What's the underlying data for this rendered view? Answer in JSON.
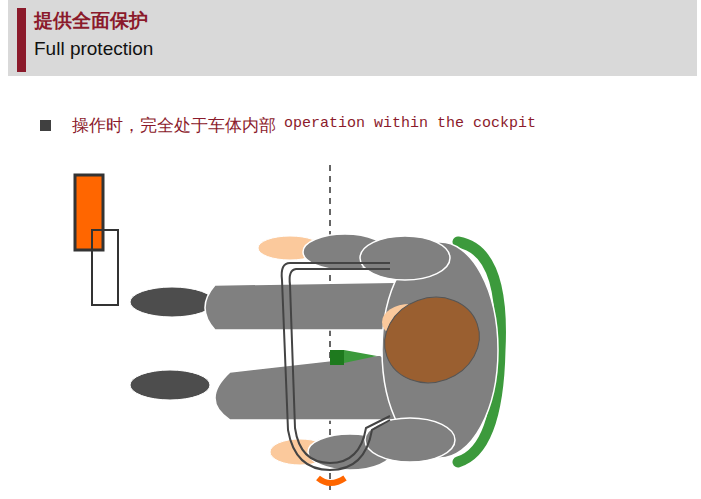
{
  "diagram": {
    "title": "提供全面保护",
    "labels": [
      "Full protection",
      "操作时，完全处于车体内部",
      "operation within the cockpit"
    ]
  }
}
